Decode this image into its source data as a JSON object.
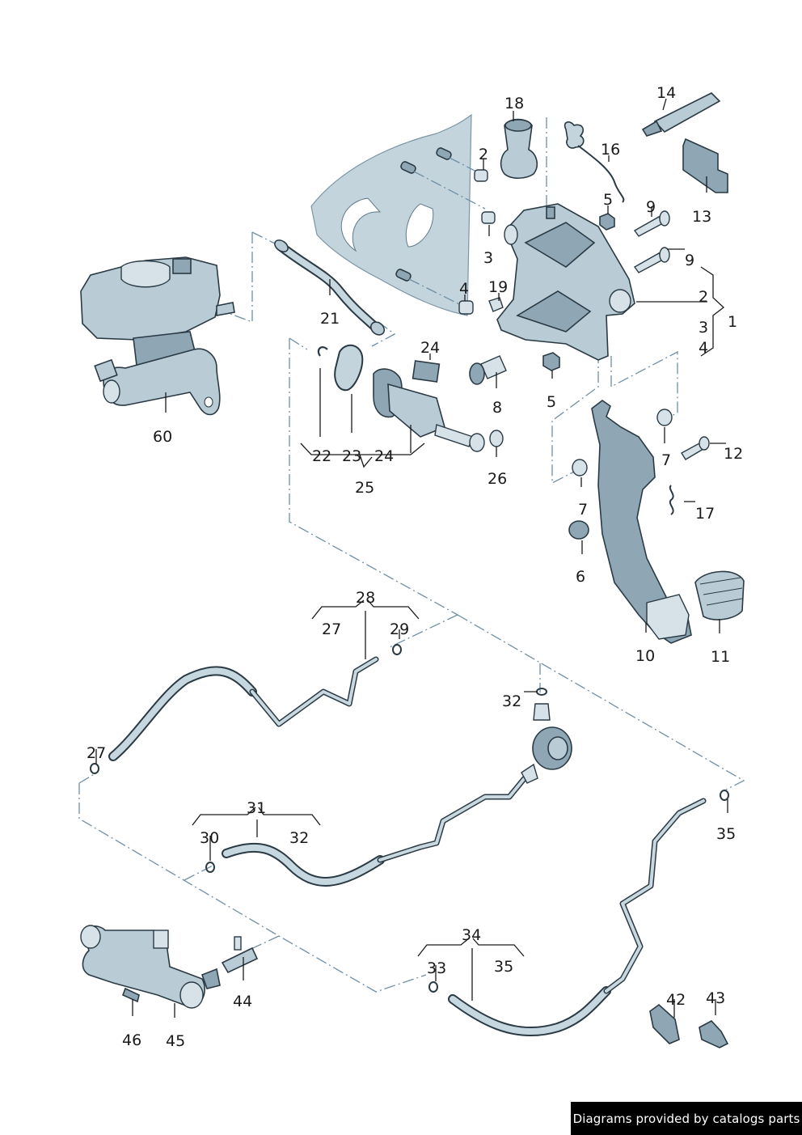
{
  "diagram": {
    "title": "Clutch pedal and hydraulic system exploded view",
    "colors": {
      "part_fill": "#b9ccd6",
      "outline": "#2a3a44",
      "dash_line": "#6f8fa6",
      "credit_bg": "#000000"
    },
    "parts": [
      {
        "id": "p60",
        "name": "brake-fluid-reservoir-master-cylinder",
        "label": "60"
      },
      {
        "id": "p21",
        "name": "flexible-hose",
        "label": "21"
      },
      {
        "id": "p18",
        "name": "grommet",
        "label": "18"
      },
      {
        "id": "p14",
        "name": "grease-tube",
        "label": "14"
      },
      {
        "id": "p16",
        "name": "return-spring",
        "label": "16"
      },
      {
        "id": "p13",
        "name": "clip-bracket",
        "label": "13"
      },
      {
        "id": "p2a",
        "name": "bushing",
        "label": "2"
      },
      {
        "id": "p3a",
        "name": "bushing",
        "label": "3"
      },
      {
        "id": "p4a",
        "name": "bushing",
        "label": "4"
      },
      {
        "id": "p19",
        "name": "clip",
        "label": "19"
      },
      {
        "id": "p5a",
        "name": "hex-nut-top",
        "label": "5"
      },
      {
        "id": "p5b",
        "name": "hex-nut-bottom",
        "label": "5"
      },
      {
        "id": "p9a",
        "name": "bolt-upper",
        "label": "9"
      },
      {
        "id": "p9b",
        "name": "bolt-lower",
        "label": "9"
      },
      {
        "id": "p8",
        "name": "bearing-sleeve",
        "label": "8"
      },
      {
        "id": "p24a",
        "name": "switch",
        "label": "24"
      },
      {
        "id": "p22",
        "name": "circlip",
        "label": "22"
      },
      {
        "id": "p23",
        "name": "gasket",
        "label": "23"
      },
      {
        "id": "p24b",
        "name": "master-cylinder-body",
        "label": "24"
      },
      {
        "id": "p26",
        "name": "bushing-small",
        "label": "26"
      },
      {
        "id": "p7a",
        "name": "pedal-bushing-upper",
        "label": "7"
      },
      {
        "id": "p7b",
        "name": "pedal-bushing-lower",
        "label": "7"
      },
      {
        "id": "p12",
        "name": "pivot-bolt",
        "label": "12"
      },
      {
        "id": "p17",
        "name": "pedal-spring",
        "label": "17"
      },
      {
        "id": "p6",
        "name": "buffer",
        "label": "6"
      },
      {
        "id": "p10",
        "name": "clutch-pedal",
        "label": "10"
      },
      {
        "id": "p11",
        "name": "pedal-pad",
        "label": "11"
      },
      {
        "id": "p27a",
        "name": "o-ring-left",
        "label": "27"
      },
      {
        "id": "p29",
        "name": "o-ring-right",
        "label": "29"
      },
      {
        "id": "p32a",
        "name": "seal-top",
        "label": "32"
      },
      {
        "id": "p30",
        "name": "o-ring",
        "label": "30"
      },
      {
        "id": "p35a",
        "name": "o-ring-end",
        "label": "35"
      },
      {
        "id": "p33",
        "name": "o-ring",
        "label": "33"
      },
      {
        "id": "p42",
        "name": "pipe-holder",
        "label": "42"
      },
      {
        "id": "p43",
        "name": "pipe-clip",
        "label": "43"
      },
      {
        "id": "p44",
        "name": "bleed-tee-fitting",
        "label": "44"
      },
      {
        "id": "p45",
        "name": "slave-cylinder",
        "label": "45"
      },
      {
        "id": "p46",
        "name": "hex-bolt",
        "label": "46"
      }
    ],
    "groups": [
      {
        "name": "pedal-bracket-assembly",
        "label": "1",
        "members": [
          "2",
          "3",
          "4"
        ]
      },
      {
        "name": "master-cylinder-kit",
        "label": "25",
        "members": [
          "22",
          "23",
          "24"
        ]
      },
      {
        "name": "pressure-line-upper",
        "label": "28",
        "members": [
          "27",
          "29"
        ]
      },
      {
        "name": "pressure-line-middle",
        "label": "31",
        "members": [
          "30",
          "32"
        ]
      },
      {
        "name": "pressure-line-lower",
        "label": "34",
        "members": [
          "33",
          "35"
        ]
      }
    ]
  },
  "footer": {
    "credit": "Diagrams provided by catalogs parts"
  }
}
